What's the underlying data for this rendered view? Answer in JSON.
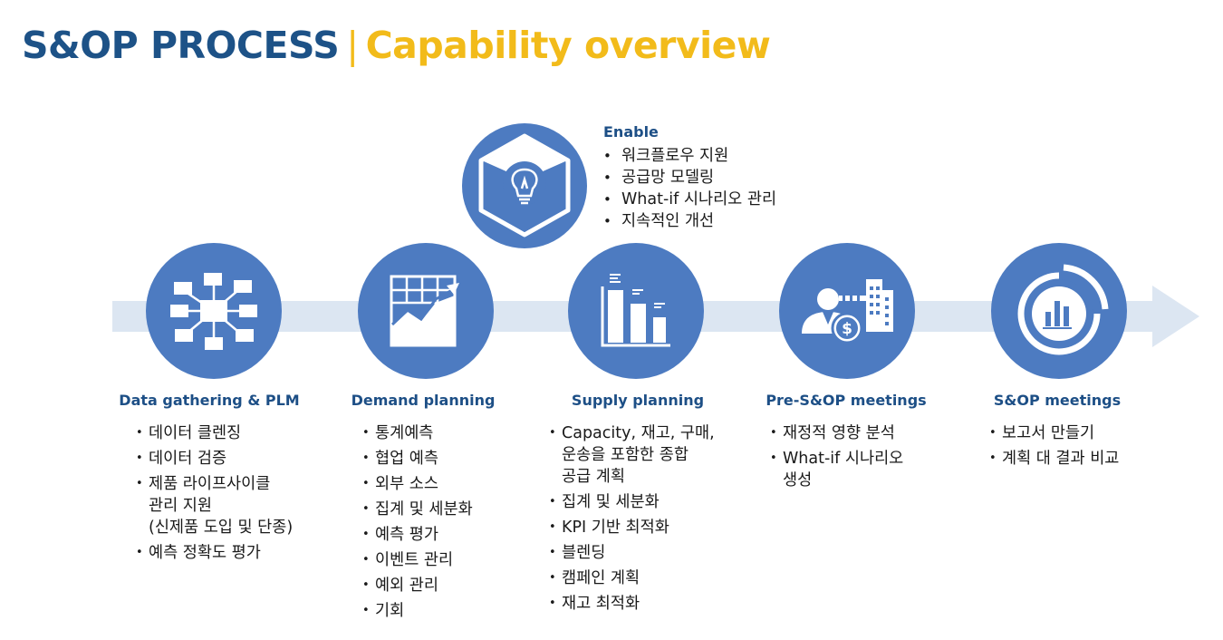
{
  "header": {
    "title_main": "S&OP PROCESS",
    "separator": "|",
    "title_sub": "Capability overview"
  },
  "colors": {
    "title_blue": "#1d5287",
    "title_yellow": "#f2bb1a",
    "circle_blue": "#4d7bc1",
    "arrow_blue": "#dce6f2",
    "stage_title": "#1d4f86"
  },
  "enable": {
    "title": "Enable",
    "icon": "lightbulb-cube-icon",
    "items": [
      "워크플로우 지원",
      "공급망 모델링",
      "What-if 시나리오 관리",
      "지속적인 개선"
    ]
  },
  "stages": [
    {
      "title": "Data gathering & PLM",
      "icon": "network-hub-icon",
      "items": [
        "데이터 클렌징",
        "데이터 검증",
        "제품 라이프사이클\n관리 지원\n(신제품 도입 및 단종)",
        "예측 정확도 평가"
      ]
    },
    {
      "title": "Demand planning",
      "icon": "trend-chart-icon",
      "items": [
        "통계예측",
        "협업 예측",
        "외부 소스",
        "집계 및 세분화",
        "예측 평가",
        "이벤트 관리",
        "예외 관리",
        "기회"
      ]
    },
    {
      "title": "Supply planning",
      "icon": "bar-chart-icon",
      "items": [
        "Capacity, 재고, 구매,\n운송을 포함한 종합\n공급 계획",
        "집계 및 세분화",
        "KPI 기반 최적화",
        "블렌딩",
        "캠페인 계획",
        "재고 최적화"
      ]
    },
    {
      "title": "Pre-S&OP meetings",
      "icon": "person-dollar-building-icon",
      "items": [
        "재정적 영향 분석",
        "What-if 시나리오\n생성"
      ]
    },
    {
      "title": "S&OP meetings",
      "icon": "pie-dashboard-icon",
      "items": [
        "보고서 만들기",
        "계획 대 결과 비교"
      ]
    }
  ]
}
